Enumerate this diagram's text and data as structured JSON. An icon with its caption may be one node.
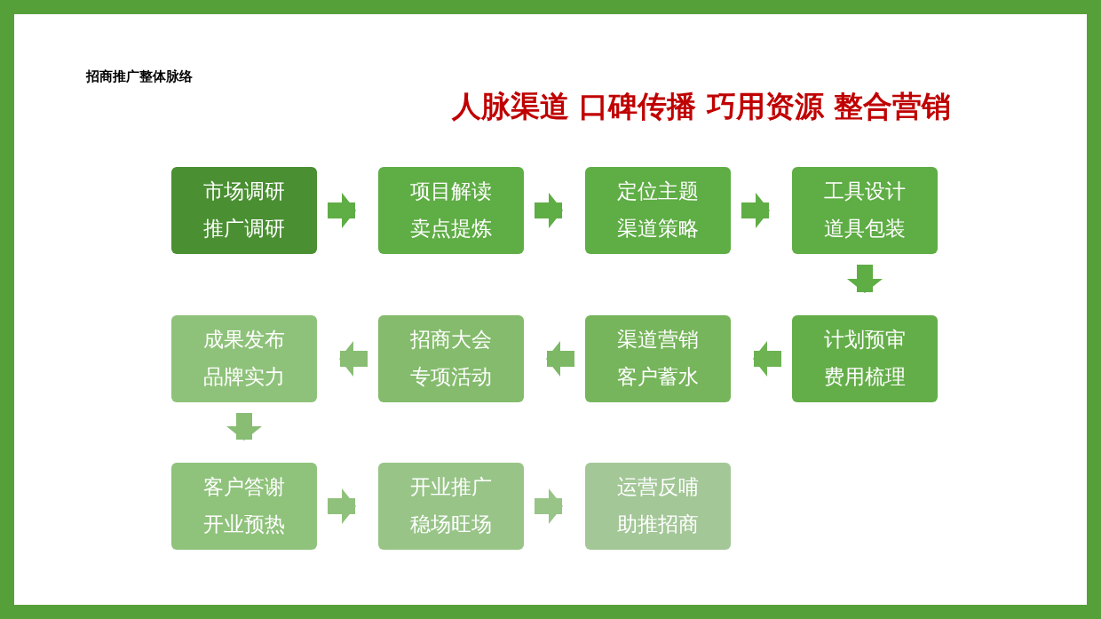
{
  "diagram": {
    "title": "人脉渠道 口碑传播 巧用资源 整合营销",
    "nodes": [
      {
        "text": [
          "市场调研",
          "推广调研"
        ]
      },
      {
        "text": [
          "项目解读",
          "卖点提炼"
        ]
      },
      {
        "text": [
          "定位主题",
          "渠道策略"
        ]
      },
      {
        "text": [
          "工具设计",
          "道具包装"
        ]
      },
      {
        "text": [
          "计划预审",
          "费用梳理"
        ]
      },
      {
        "text": [
          "渠道营销",
          "客户蓄水"
        ]
      },
      {
        "text": [
          "招商大会",
          "专项活动"
        ]
      },
      {
        "text": [
          "成果发布",
          "品牌实力"
        ]
      },
      {
        "text": [
          "客户答谢",
          "开业预热"
        ]
      },
      {
        "text": [
          "开业推广",
          "稳场旺场"
        ]
      },
      {
        "text": [
          "运营反哺",
          "助推招商"
        ]
      }
    ],
    "edges": [
      {
        "from": 0,
        "to": 1,
        "arrow": "to"
      },
      {
        "from": 1,
        "to": 2,
        "arrow": "to"
      },
      {
        "from": 2,
        "to": 3,
        "arrow": "to"
      },
      {
        "from": 3,
        "to": 4,
        "arrow": "to"
      },
      {
        "from": 4,
        "to": 5,
        "arrow": "to",
        "color": "#6db352"
      },
      {
        "from": 5,
        "to": 6,
        "arrow": "to",
        "color": "#7db865"
      },
      {
        "from": 6,
        "to": 7,
        "arrow": "to",
        "color": "#88bd73"
      },
      {
        "from": 7,
        "to": 8,
        "arrow": "to",
        "color": "#88bd73"
      },
      {
        "from": 8,
        "to": 9,
        "arrow": "to",
        "color": "#90c17c"
      },
      {
        "from": 9,
        "to": 10,
        "arrow": "to",
        "color": "#98c488"
      }
    ],
    "labels": [
      "招商推广整体脉络"
    ]
  }
}
